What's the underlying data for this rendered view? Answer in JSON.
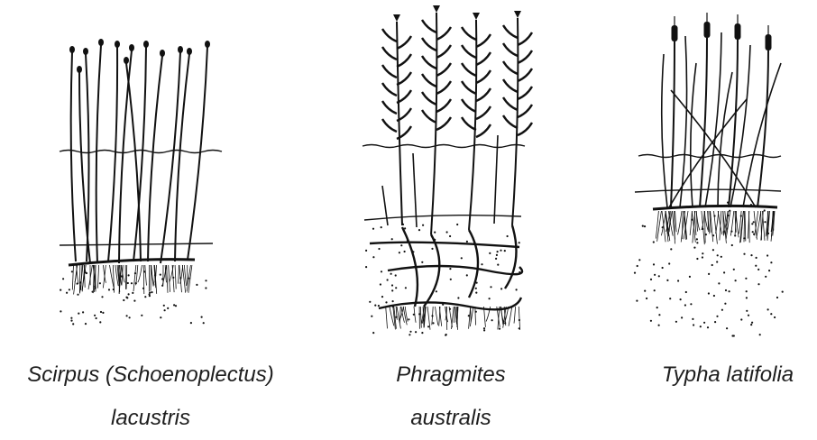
{
  "plants": [
    {
      "id": "scirpus",
      "caption_line1": "Scirpus (Schoenoplectus)",
      "caption_line2": "lacustris"
    },
    {
      "id": "phragmites",
      "caption_line1": "Phragmites",
      "caption_line2": "australis"
    },
    {
      "id": "typha",
      "caption_line1": "Typha latifolia",
      "caption_line2": ""
    }
  ],
  "colors": {
    "ink": "#111111",
    "background": "#ffffff"
  }
}
